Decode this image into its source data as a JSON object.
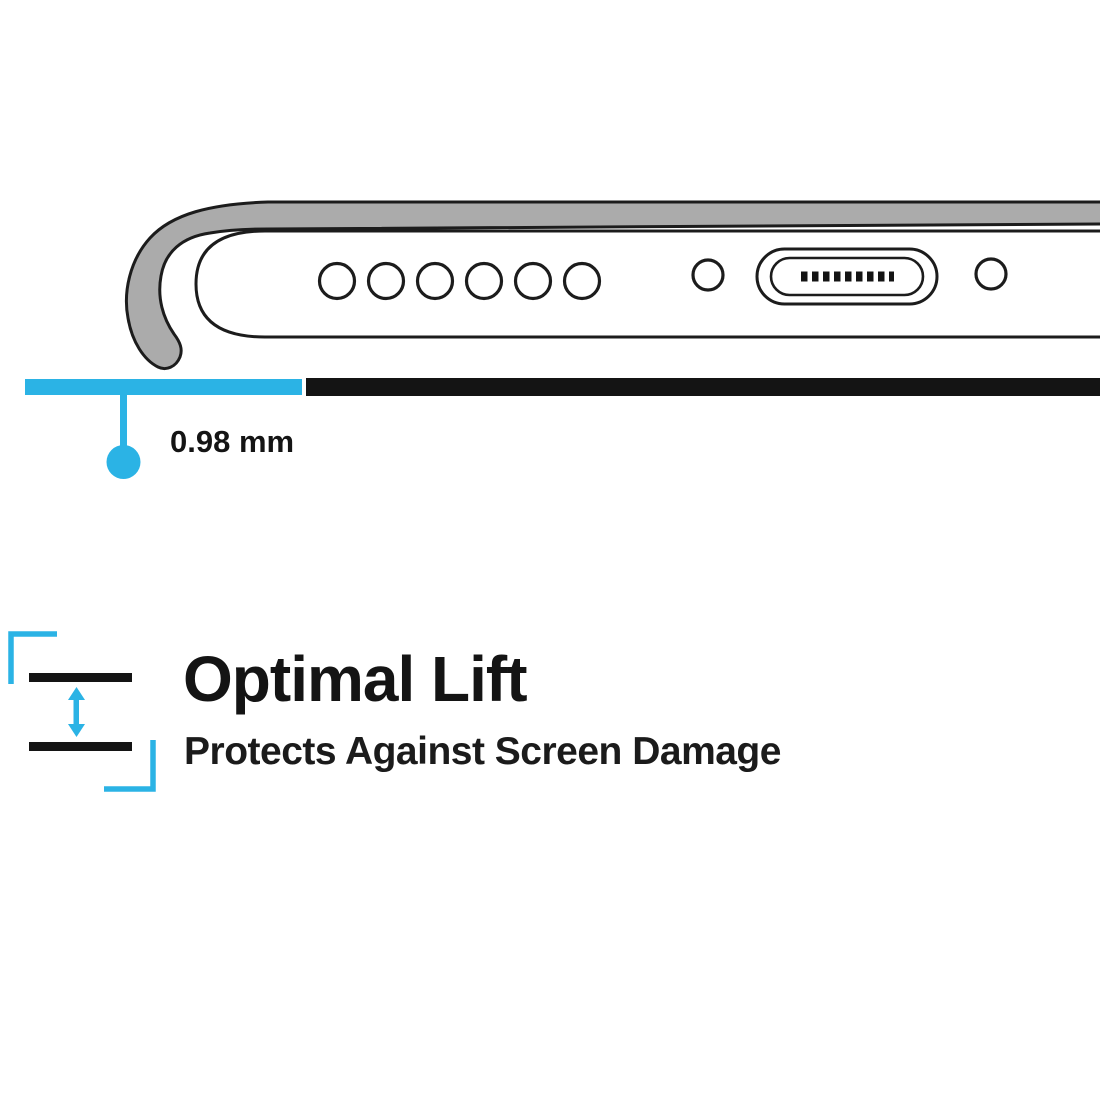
{
  "colors": {
    "accent_cyan": "#2BB3E5",
    "ink_black": "#141414",
    "case_gray": "#ABABAB",
    "outline": "#1C1C1C",
    "background": "#FFFFFF"
  },
  "measurement": {
    "label": "0.98 mm"
  },
  "feature": {
    "title": "Optimal Lift",
    "subtitle": "Protects Against Screen Damage"
  },
  "icons": {
    "lift_height_icon": "two plates with vertical double arrow and cyan corner brackets",
    "phone_illustration": "phone bottom edge face-down inside case with raised lip"
  }
}
